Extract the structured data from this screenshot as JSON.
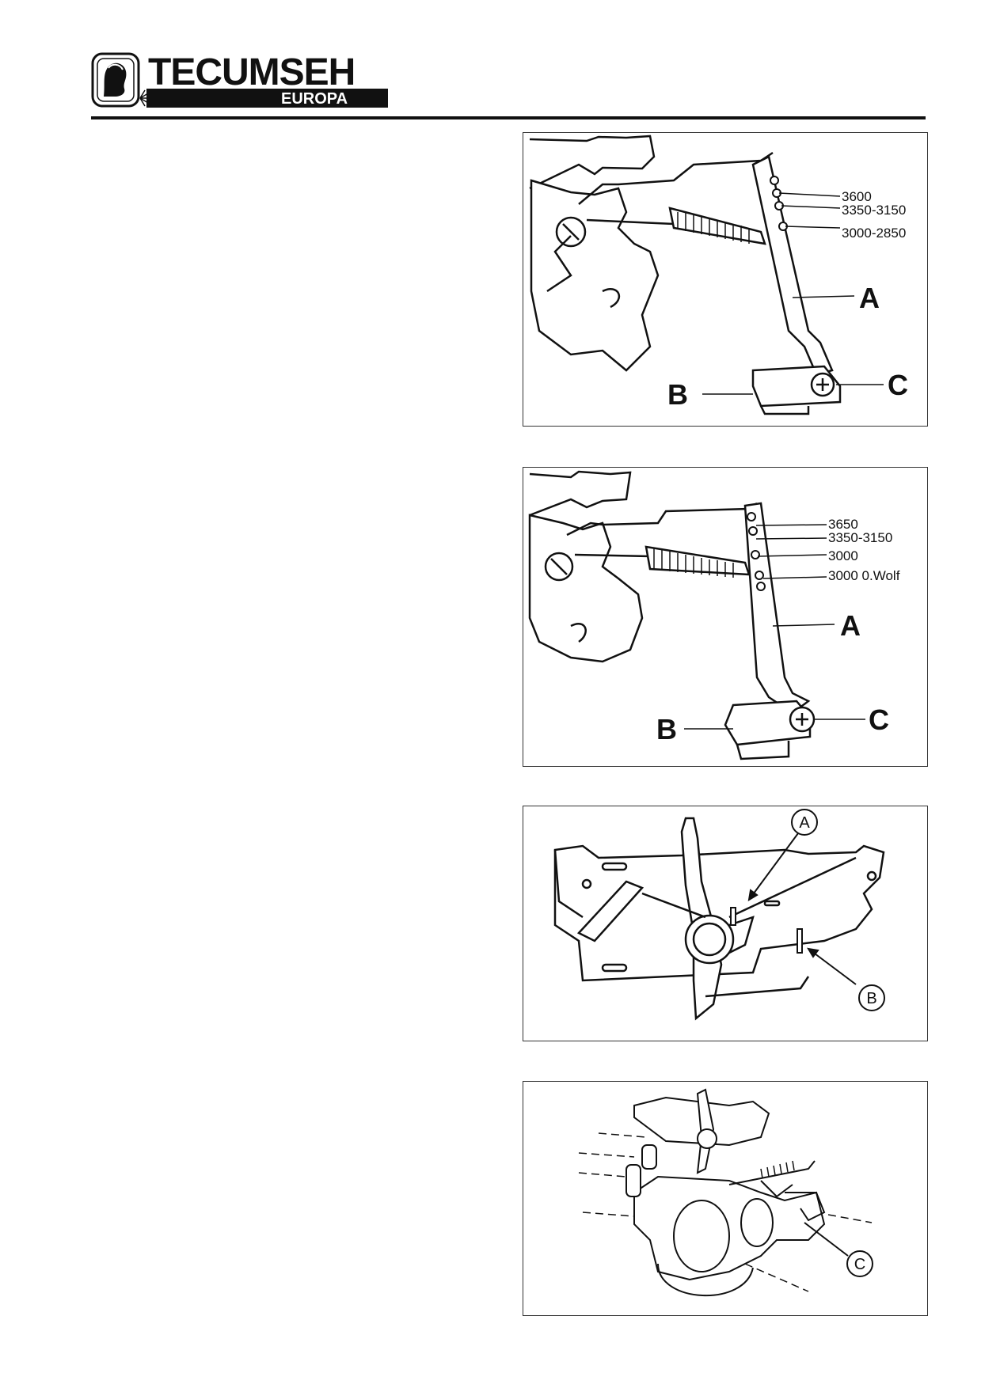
{
  "header": {
    "brand": "TECUMSEH",
    "sub": "EUROPA"
  },
  "figures": [
    {
      "speeds": [
        "3600",
        "3350-3150",
        "3000-2850"
      ],
      "labels": {
        "a": "A",
        "b": "B",
        "c": "C"
      }
    },
    {
      "speeds": [
        "3650",
        "3350-3150",
        "3000",
        "3000 0.Wolf"
      ],
      "labels": {
        "a": "A",
        "b": "B",
        "c": "C"
      }
    },
    {
      "callouts": {
        "a": "A",
        "b": "B"
      }
    },
    {
      "callouts": {
        "c": "C"
      }
    }
  ],
  "colors": {
    "ink": "#111111",
    "paper": "#ffffff"
  }
}
